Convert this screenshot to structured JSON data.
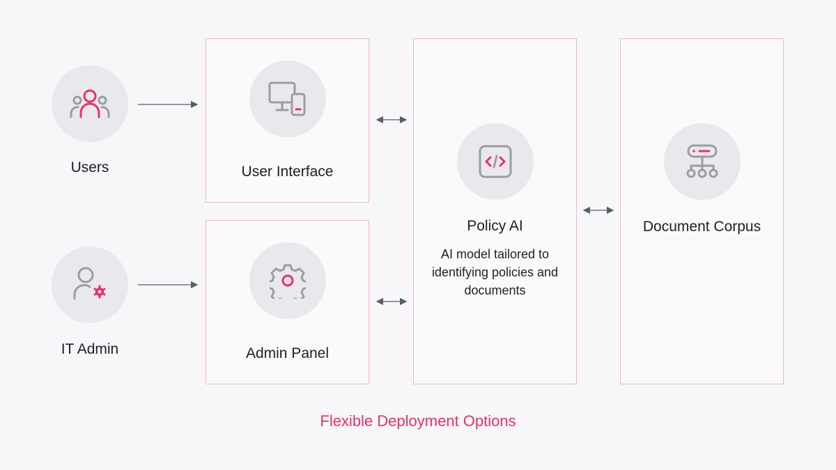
{
  "actors": {
    "users": {
      "label": "Users",
      "icon": "users-group-icon"
    },
    "it_admin": {
      "label": "IT Admin",
      "icon": "user-gear-icon"
    }
  },
  "components": {
    "user_interface": {
      "label": "User Interface",
      "icon": "desktop-mobile-icon"
    },
    "admin_panel": {
      "label": "Admin Panel",
      "icon": "gear-icon"
    },
    "policy_ai": {
      "label": "Policy AI",
      "description": "AI model tailored to identifying policies and documents",
      "icon": "code-icon"
    },
    "document_corpus": {
      "label": "Document Corpus",
      "icon": "network-database-icon"
    }
  },
  "footer": {
    "text": "Flexible Deployment Options"
  },
  "colors": {
    "accent": "#ee2f66",
    "icon_gray": "#9a9ca5",
    "box_border": "#f2b6c3",
    "circle_bg": "#e9e9ed",
    "arrow": "#5a5c66"
  }
}
